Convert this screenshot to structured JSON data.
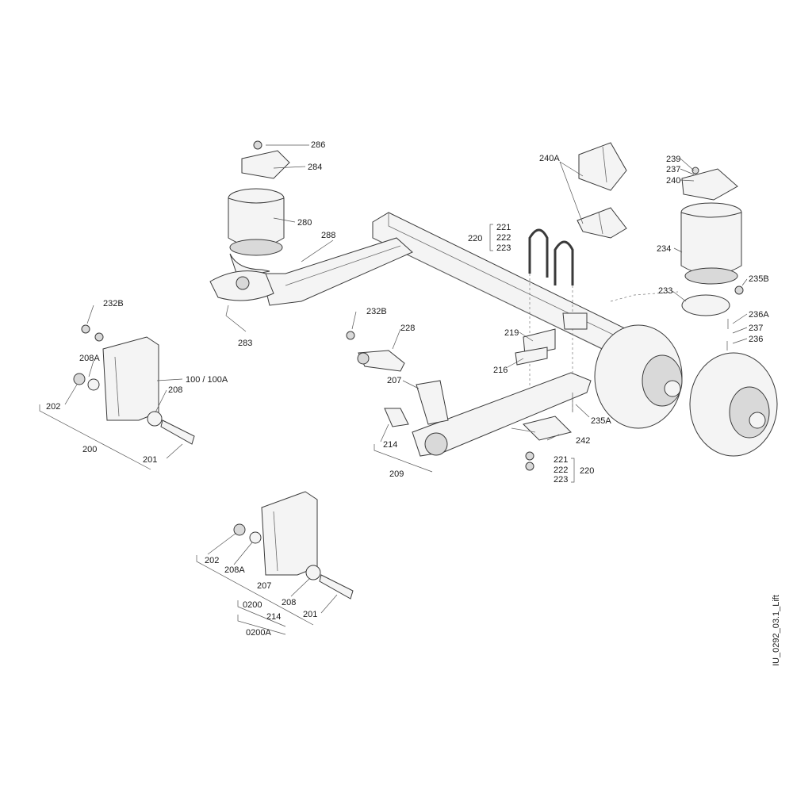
{
  "drawing_id": "IU_0292_03.1_Lift",
  "callouts": {
    "c286": "286",
    "c284": "284",
    "c280": "280",
    "c288": "288",
    "c283": "283",
    "c240A": "240A",
    "c239": "239",
    "c237a": "237",
    "c240": "240",
    "c234": "234",
    "c233": "233",
    "c235B": "235B",
    "c236A": "236A",
    "c237b": "237",
    "c236": "236",
    "c220a": "220",
    "c221a": "221",
    "c222a": "222",
    "c223a": "223",
    "c232Ba": "232B",
    "c228": "228",
    "c219": "219",
    "c216": "216",
    "c207a": "207",
    "c214a": "214",
    "c209": "209",
    "c235A": "235A",
    "c242": "242",
    "c221b": "221",
    "c222b": "222",
    "c223b": "223",
    "c220b": "220",
    "c232Bb": "232B",
    "c208Aa": "208A",
    "c202a": "202",
    "c100": "100 / 100A",
    "c208a": "208",
    "c200": "200",
    "c201a": "201",
    "c202b": "202",
    "c208Ab": "208A",
    "c207b": "207",
    "c208b": "208",
    "c0200": "0200",
    "c214b": "214",
    "c201b": "201",
    "c0200A": "0200A"
  }
}
